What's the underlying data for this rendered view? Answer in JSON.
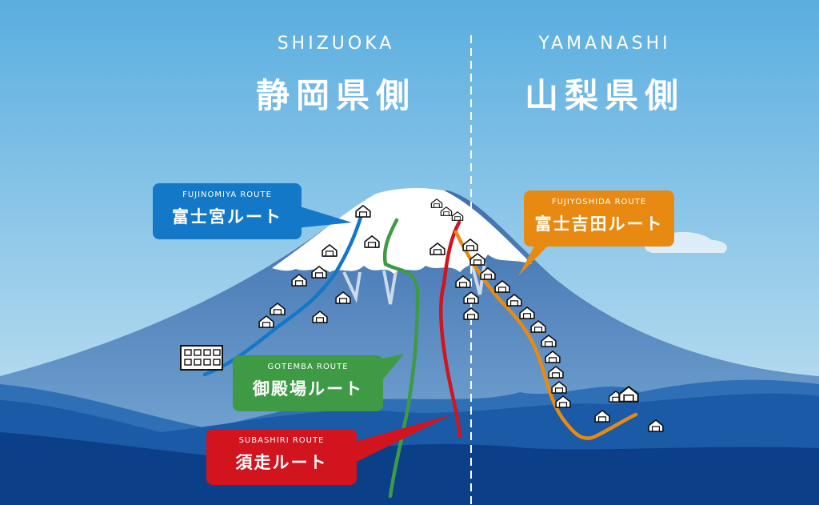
{
  "regions": {
    "left": {
      "name_en": "SHIZUOKA",
      "name_jp": "静岡県側"
    },
    "right": {
      "name_en": "YAMANASHI",
      "name_jp": "山梨県側"
    }
  },
  "routes": {
    "fujinomiya": {
      "name_en": "FUJINOMIYA ROUTE",
      "name_jp": "富士宮ルート",
      "color": "#1478c8"
    },
    "gotemba": {
      "name_en": "GOTEMBA ROUTE",
      "name_jp": "御殿場ルート",
      "color": "#3e9a45"
    },
    "subashiri": {
      "name_en": "SUBASHIRI ROUTE",
      "name_jp": "須走ルート",
      "color": "#d2141e"
    },
    "fujiyoshida": {
      "name_en": "FUJIYOSHIDA ROUTE",
      "name_jp": "富士吉田ルート",
      "color": "#e88a12"
    }
  },
  "colors": {
    "sky_top": "#5aaee0",
    "sky_bottom": "#cfe7f3",
    "mountain": "#4f86c0",
    "snow": "#ffffff",
    "foothill_dark": "#0b3f88",
    "foothill_mid": "#1a5aa6"
  },
  "icons": {
    "hut": "hut-icon",
    "station": "station-building-icon"
  }
}
